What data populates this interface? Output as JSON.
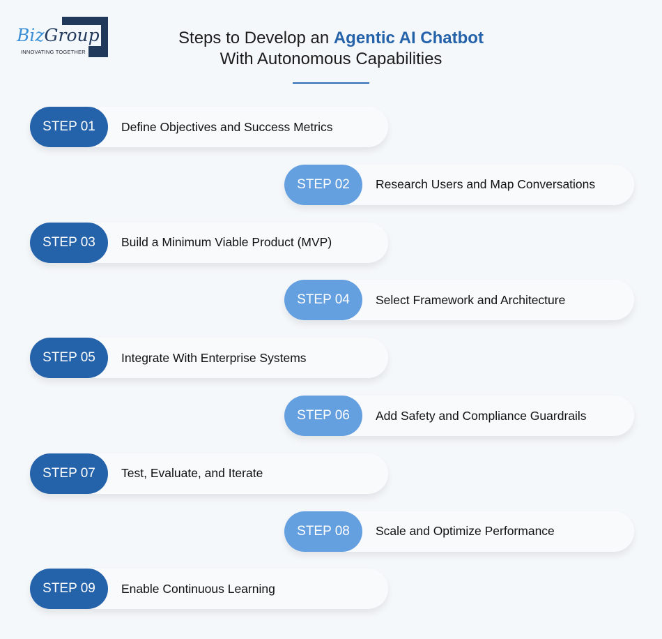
{
  "logo": {
    "word_a": "Biz",
    "word_b": "Group",
    "tagline": "INNOVATING TOGETHER"
  },
  "title": {
    "line1_pre": "Steps to Develop an ",
    "line1_hl": "Agentic AI Chatbot",
    "line2": "With Autonomous Capabilities"
  },
  "colors": {
    "dark": "#2462aa",
    "light": "#64a0e0",
    "bg": "#f5f8fb"
  },
  "steps": [
    {
      "badge": "STEP 01",
      "text": "Define Objectives and Success Metrics"
    },
    {
      "badge": "STEP 02",
      "text": "Research Users and Map Conversations"
    },
    {
      "badge": "STEP 03",
      "text": "Build a Minimum Viable Product (MVP)"
    },
    {
      "badge": "STEP 04",
      "text": "Select Framework and Architecture"
    },
    {
      "badge": "STEP 05",
      "text": "Integrate With Enterprise Systems"
    },
    {
      "badge": "STEP 06",
      "text": "Add Safety and Compliance Guardrails"
    },
    {
      "badge": "STEP 07",
      "text": "Test, Evaluate, and Iterate"
    },
    {
      "badge": "STEP 08",
      "text": "Scale and Optimize Performance"
    },
    {
      "badge": "STEP 09",
      "text": "Enable Continuous Learning"
    }
  ]
}
